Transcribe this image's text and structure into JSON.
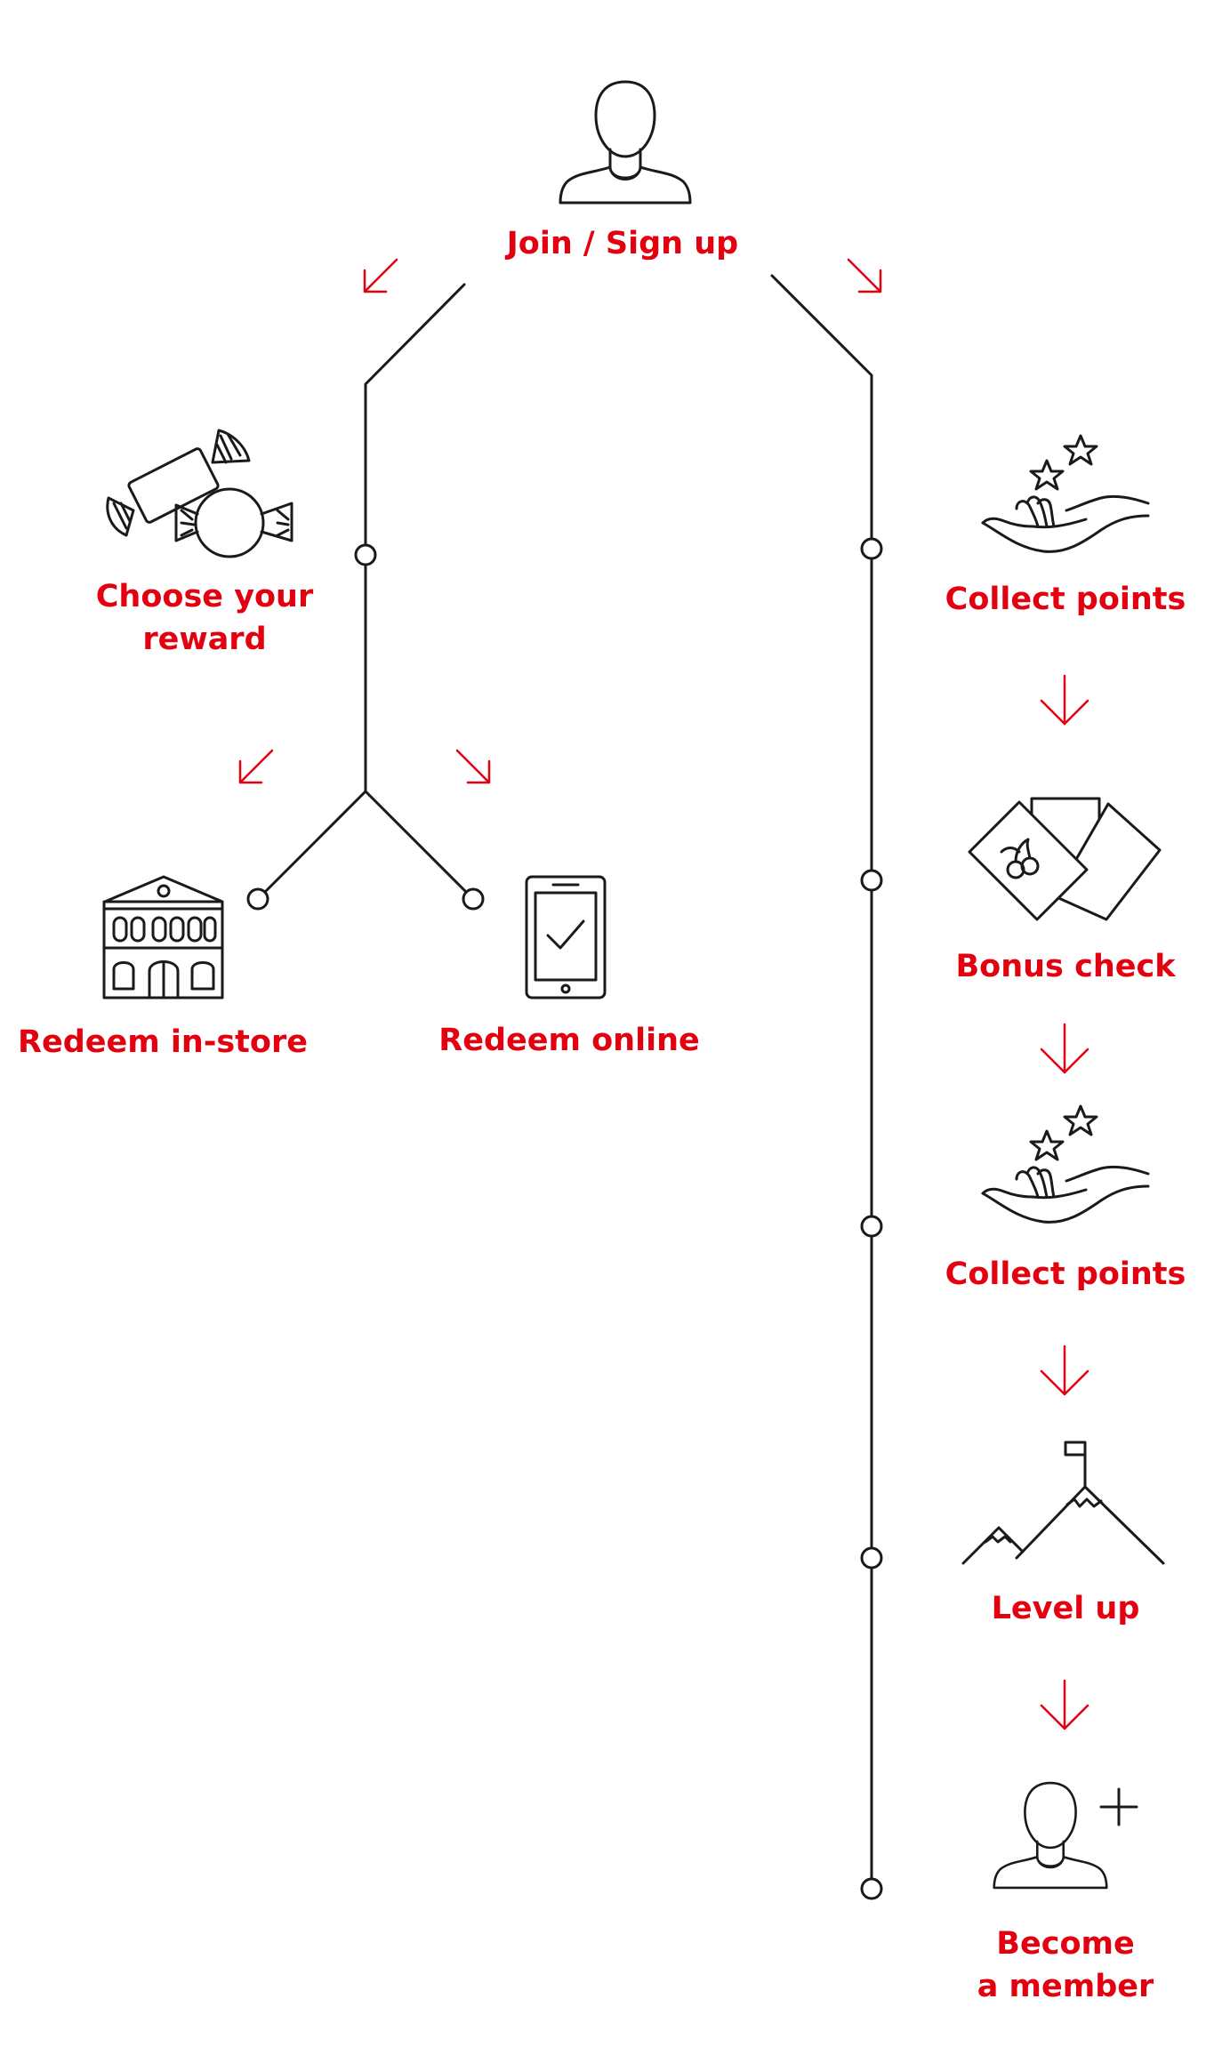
{
  "colors": {
    "accent": "#e3000f",
    "line": "#1a1a1a"
  },
  "start": {
    "label": "Join / Sign up",
    "icon": "person-icon"
  },
  "left_branch": {
    "reward": {
      "line1": "Choose your",
      "line2": "reward",
      "icon": "candy-icon"
    },
    "instore": {
      "label": "Redeem in-store",
      "icon": "store-icon"
    },
    "online": {
      "label": "Redeem online",
      "icon": "smartphone-check-icon"
    }
  },
  "right_branch": {
    "steps": [
      {
        "label": "Collect points",
        "icon": "hand-stars-icon"
      },
      {
        "label": "Bonus check",
        "icon": "cherry-cards-icon"
      },
      {
        "label": "Collect points",
        "icon": "hand-stars-icon"
      },
      {
        "label": "Level up",
        "icon": "mountain-flag-icon"
      }
    ],
    "final": {
      "line1": "Become",
      "line2": "a member",
      "icon": "person-plus-icon"
    }
  }
}
